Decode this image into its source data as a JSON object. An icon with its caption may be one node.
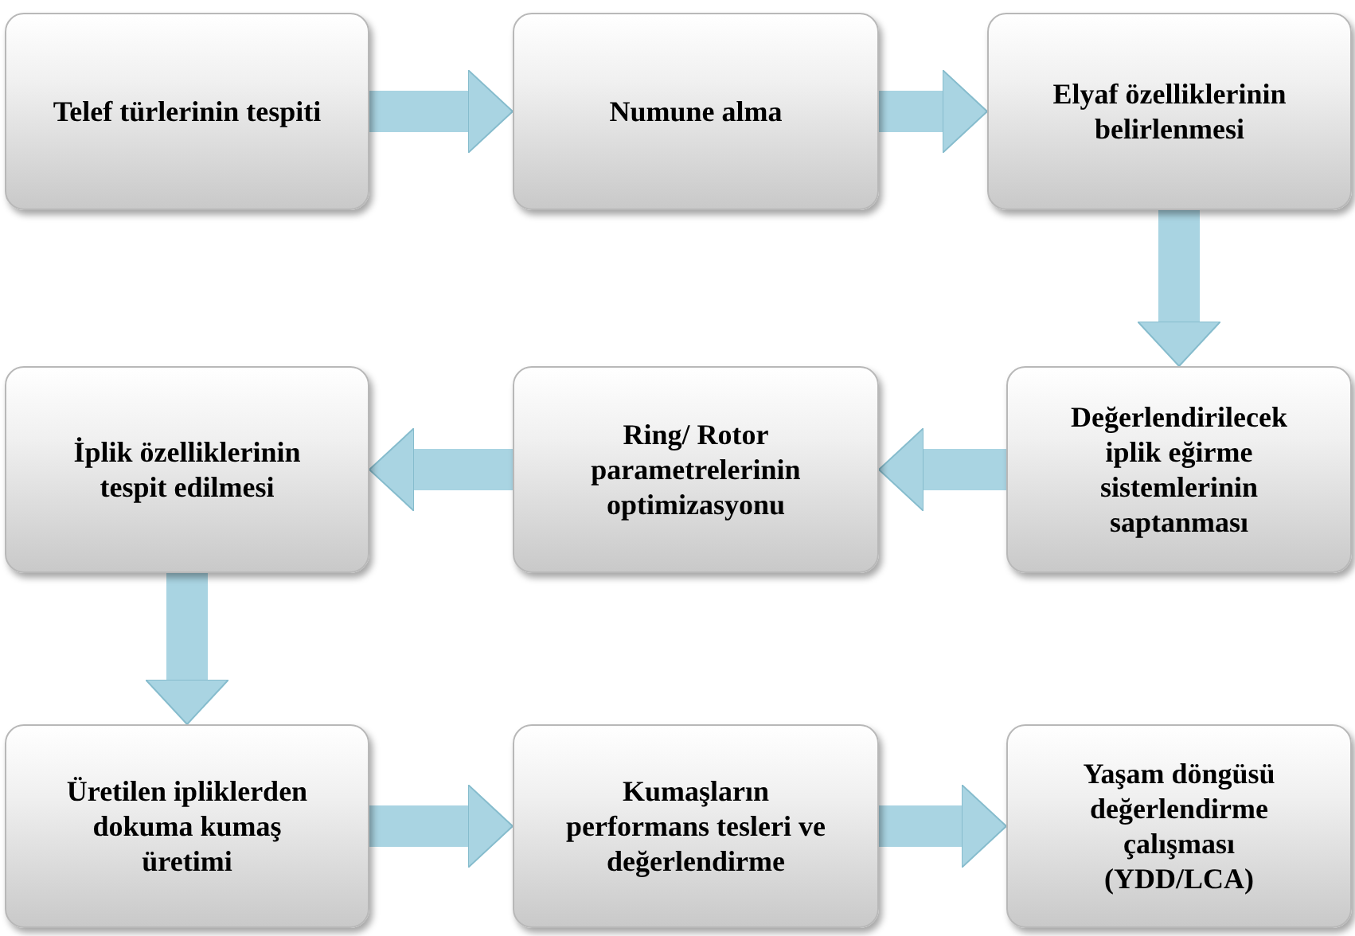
{
  "diagram": {
    "nodes": [
      {
        "text": [
          "Telef türlerinin tespiti"
        ]
      },
      {
        "text": [
          "Numune alma"
        ]
      },
      {
        "text": [
          "Elyaf özelliklerinin belirlenmesi"
        ]
      },
      {
        "text": [
          "Değerlendirilecek iplik eğirme sistemlerinin saptanması"
        ]
      },
      {
        "text": [
          "Ring/ Rotor parametrelerinin optimizasyonu"
        ]
      },
      {
        "text": [
          "İplik özelliklerinin tespit edilmesi"
        ]
      },
      {
        "text": [
          "Üretilen ipliklerden dokuma kumaş üretimi"
        ]
      },
      {
        "text": [
          "Kumaşların performans tesleri ve değerlendirme"
        ]
      },
      {
        "text": [
          "Yaşam döngüsü değerlendirme çalışması (YDD/LCA)"
        ]
      }
    ],
    "edges": [
      {
        "from": 0,
        "to": 1,
        "arrow": "to"
      },
      {
        "from": 1,
        "to": 2,
        "arrow": "to"
      },
      {
        "from": 2,
        "to": 3,
        "arrow": "to"
      },
      {
        "from": 3,
        "to": 4,
        "arrow": "to"
      },
      {
        "from": 4,
        "to": 5,
        "arrow": "to"
      },
      {
        "from": 5,
        "to": 6,
        "arrow": "to"
      },
      {
        "from": 6,
        "to": 7,
        "arrow": "to"
      },
      {
        "from": 7,
        "to": 8,
        "arrow": "to"
      }
    ]
  }
}
